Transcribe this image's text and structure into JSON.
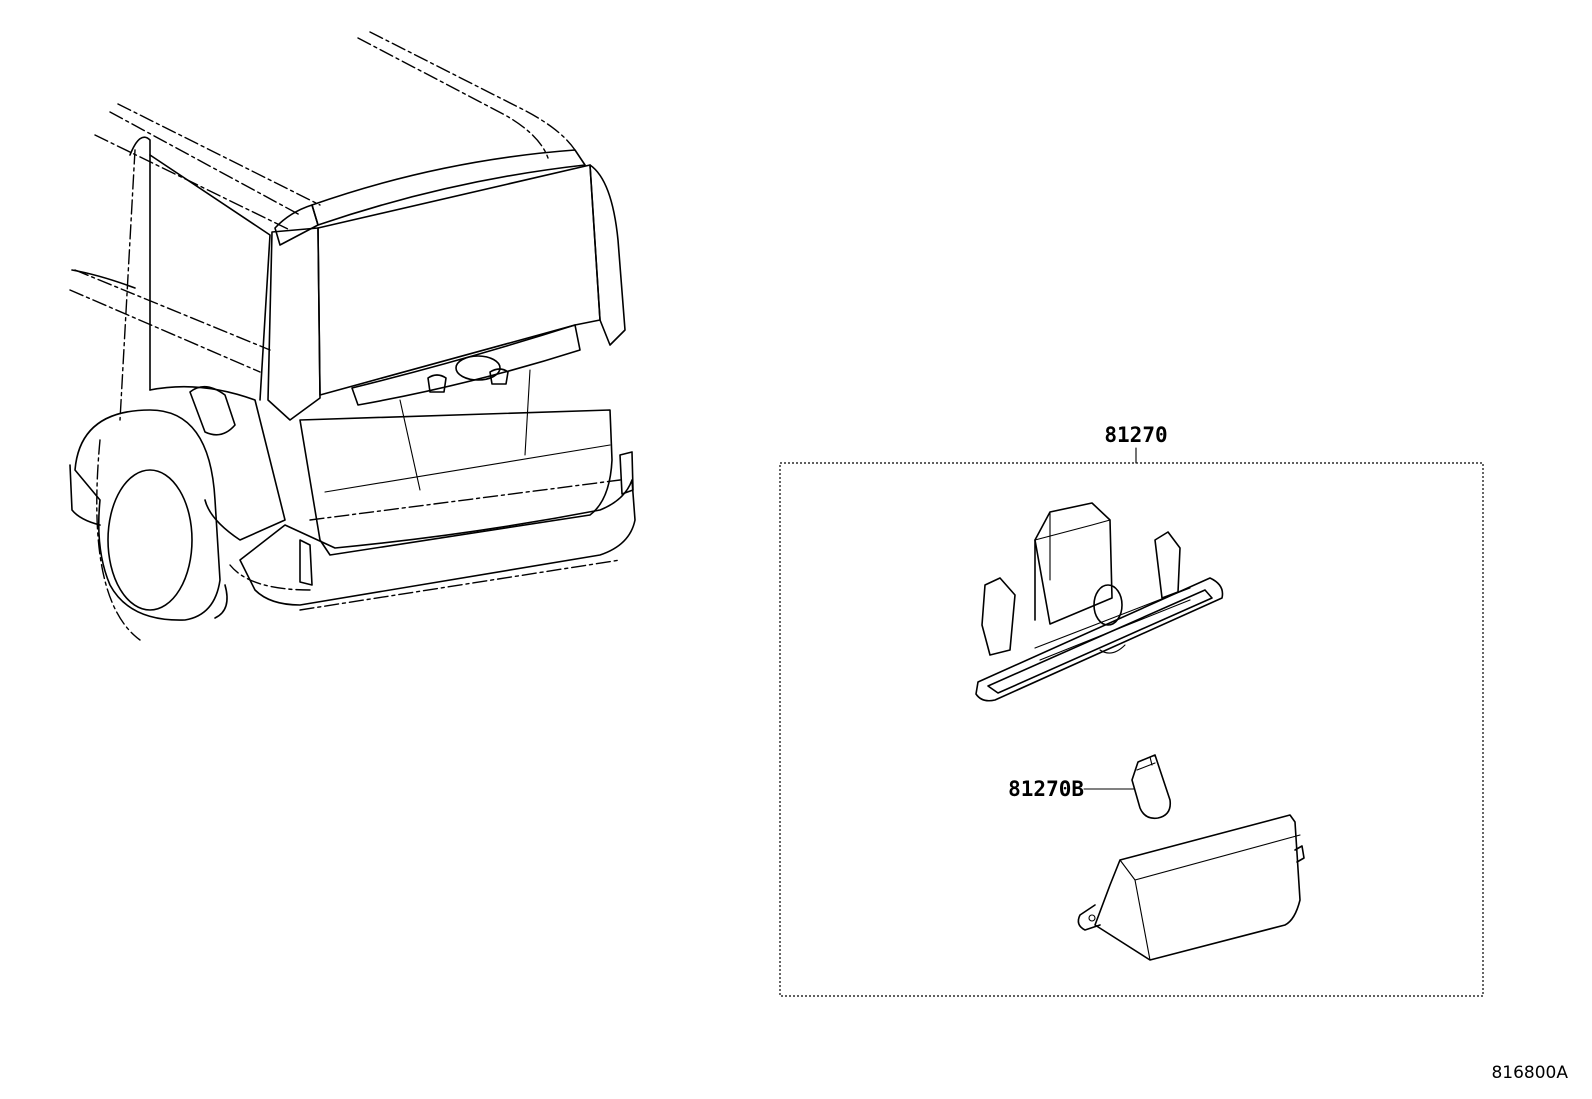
{
  "parts": {
    "assembly": {
      "number": "81270"
    },
    "bulb": {
      "number": "81270B"
    }
  },
  "figure": {
    "code": "816800A"
  }
}
